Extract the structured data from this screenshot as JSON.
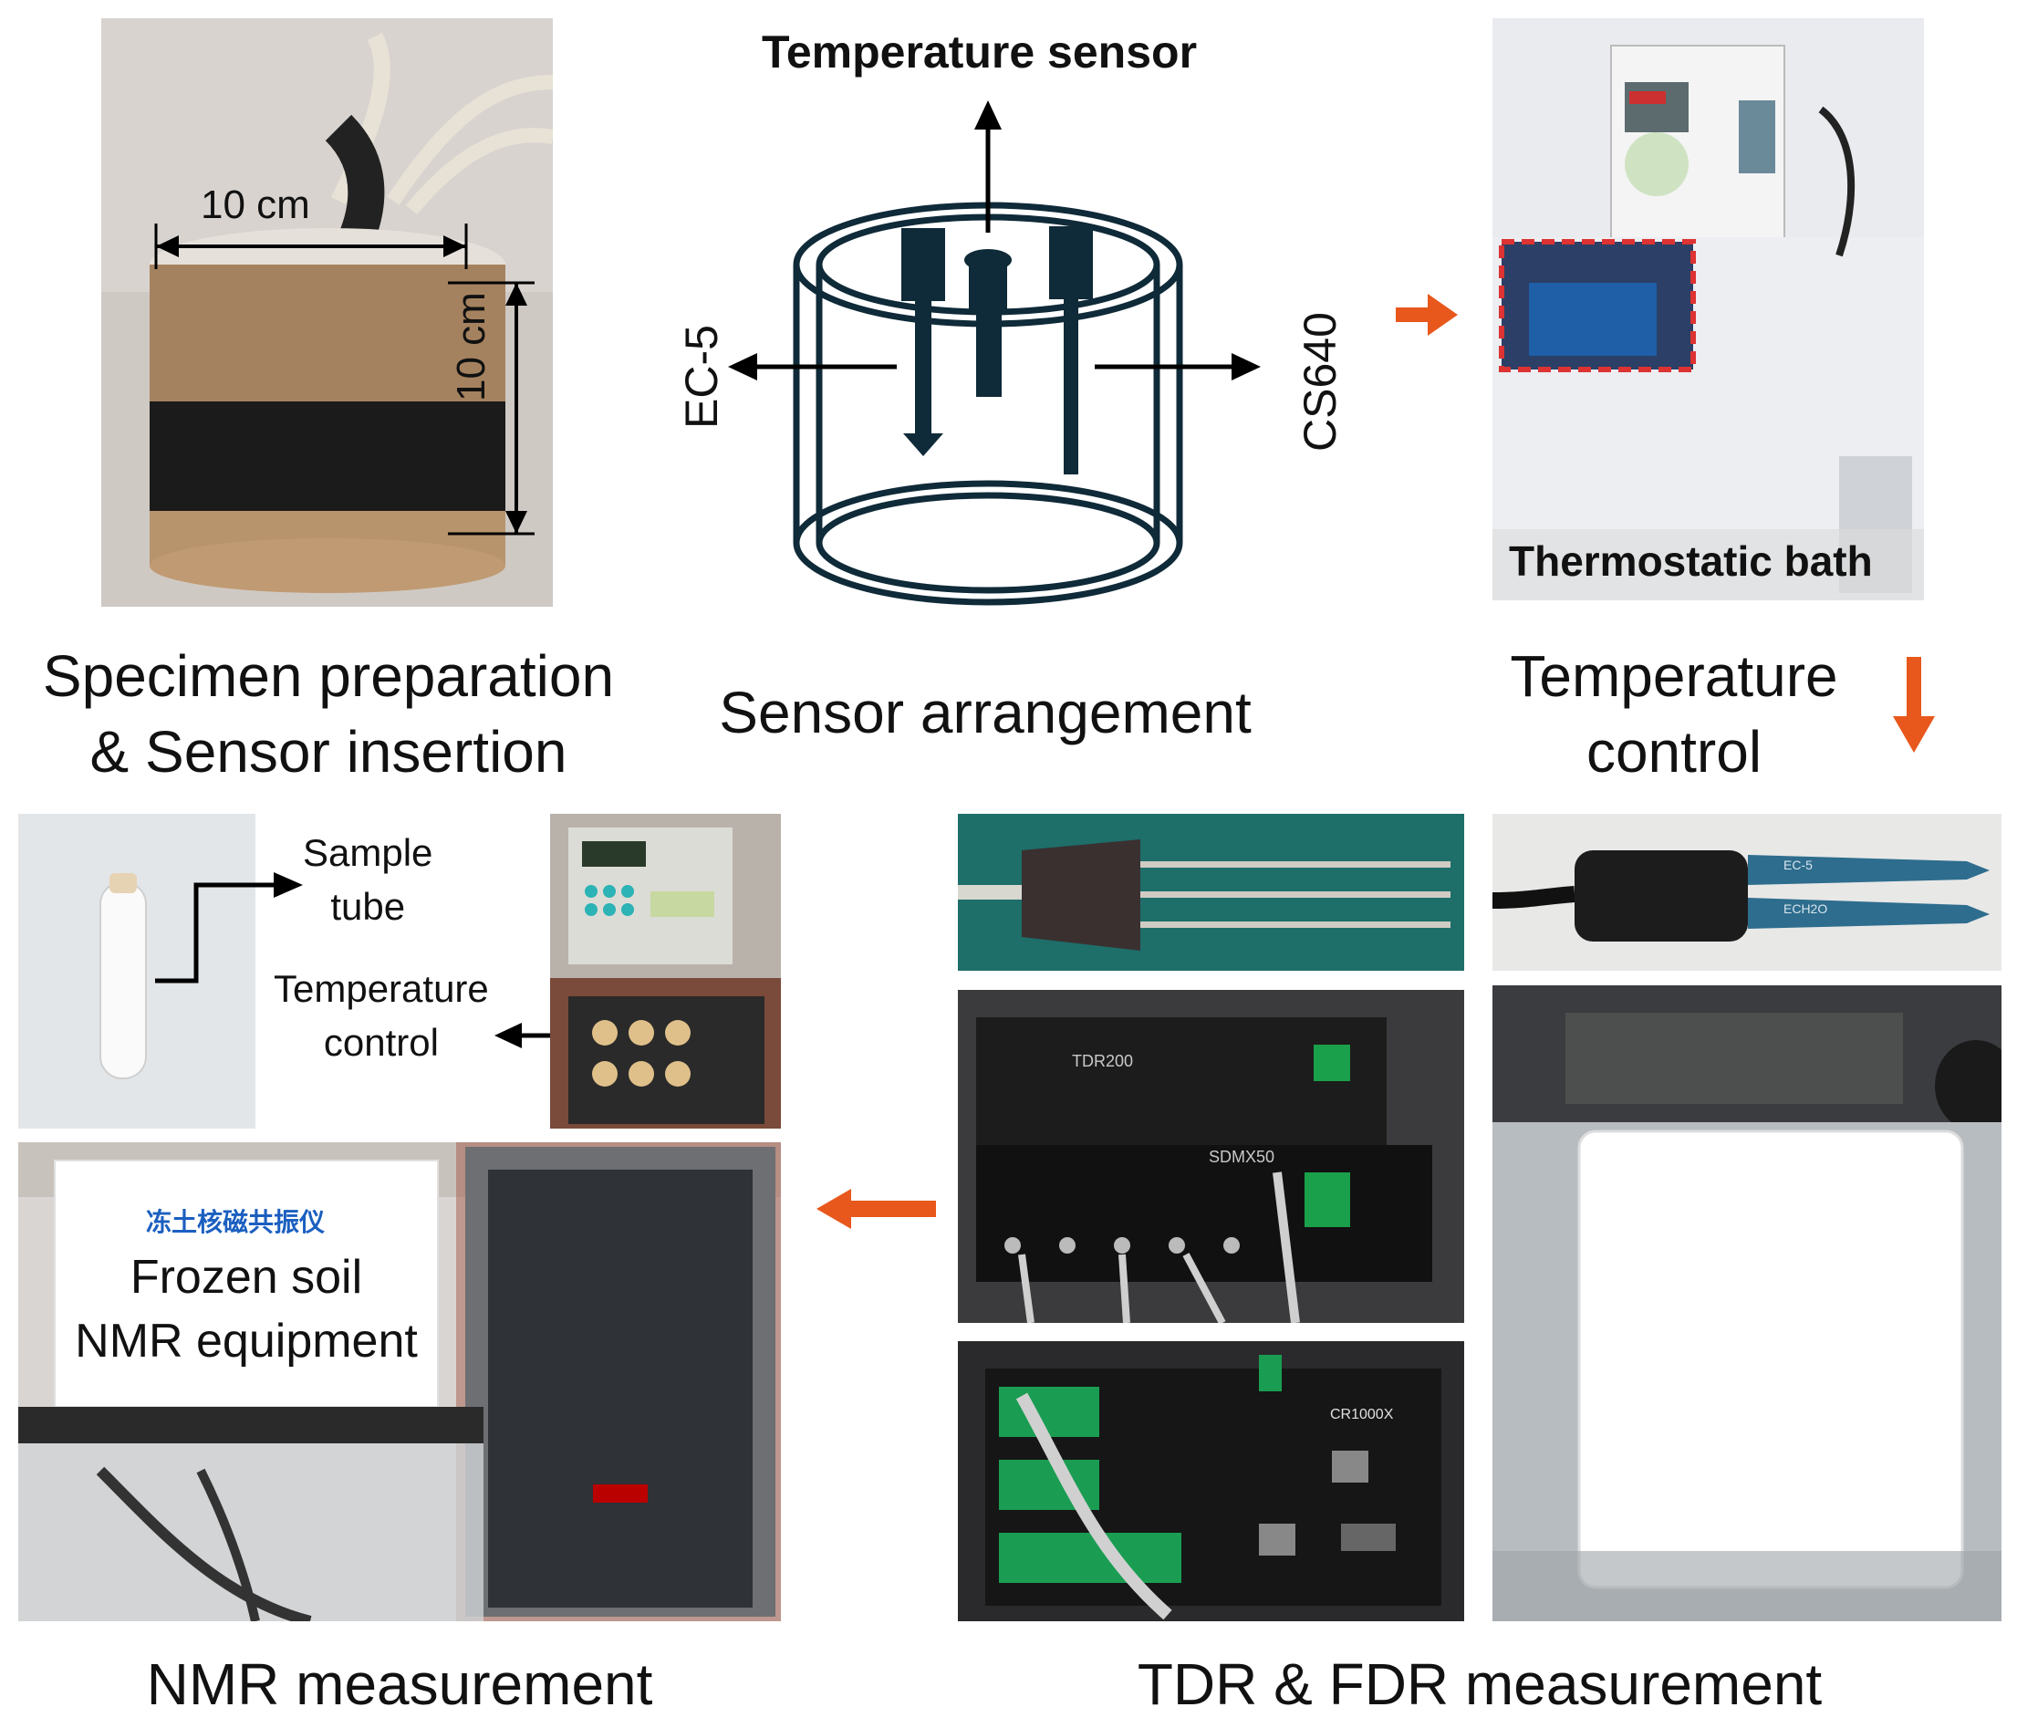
{
  "specimen": {
    "width_label": "10 cm",
    "height_label": "10 cm",
    "caption_line1": "Specimen preparation",
    "caption_line2": "& Sensor insertion"
  },
  "sensor": {
    "top_label": "Temperature sensor",
    "left_label": "EC-5",
    "right_label": "CS640",
    "caption": "Sensor arrangement"
  },
  "bath": {
    "photo_label": "Thermostatic bath",
    "caption_line1": "Temperature",
    "caption_line2": "control"
  },
  "nmr": {
    "sample_label_line1": "Sample",
    "sample_label_line2": "tube",
    "temp_label_line1": "Temperature",
    "temp_label_line2": "control",
    "box_cn": "冻土核磁共振仪",
    "box_line1": "Frozen soil",
    "box_line2": "NMR equipment",
    "caption": "NMR measurement"
  },
  "tdr": {
    "device_label": "TDR200",
    "mux_label": "SDMX50",
    "logger_label": "CR1000X",
    "probe_label1": "EC-5",
    "probe_label2": "ECH2O",
    "caption": "TDR & FDR measurement"
  },
  "colors": {
    "arrow_accent": "#e8581c",
    "diagram_stroke": "#0f2a38",
    "text": "#111111"
  }
}
